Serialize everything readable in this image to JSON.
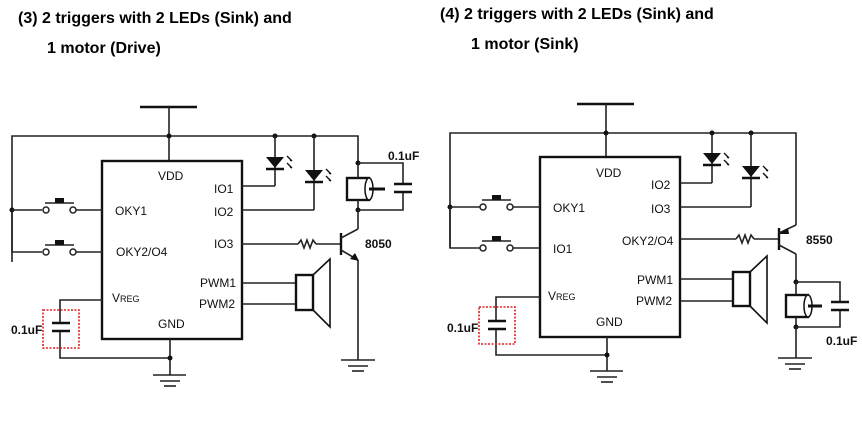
{
  "diagram_3": {
    "title_line1": "(3)  2 triggers with 2 LEDs (Sink) and",
    "title_line2": "1 motor (Drive)",
    "ic": {
      "top": "VDD",
      "left_pins": [
        "OKY1",
        "OKY2/O4",
        "VREG"
      ],
      "right_pins": [
        "IO1",
        "IO2",
        "IO3",
        "PWM1",
        "PWM2"
      ],
      "bottom": "GND"
    },
    "transistor": "8050",
    "motor_cap": "0.1uF",
    "vreg_cap": "0.1uF"
  },
  "diagram_4": {
    "title_line1": "(4)  2 triggers with 2 LEDs (Sink) and",
    "title_line2": "1 motor (Sink)",
    "ic": {
      "top": "VDD",
      "left_pins": [
        "OKY1",
        "IO1",
        "VREG"
      ],
      "right_pins": [
        "IO2",
        "IO3",
        "OKY2/O4",
        "PWM1",
        "PWM2"
      ],
      "bottom": "GND"
    },
    "transistor": "8550",
    "motor_cap": "0.1uF",
    "vreg_cap": "0.1uF"
  },
  "colors": {
    "wire": "#222222",
    "highlight_box": "#e02020"
  }
}
